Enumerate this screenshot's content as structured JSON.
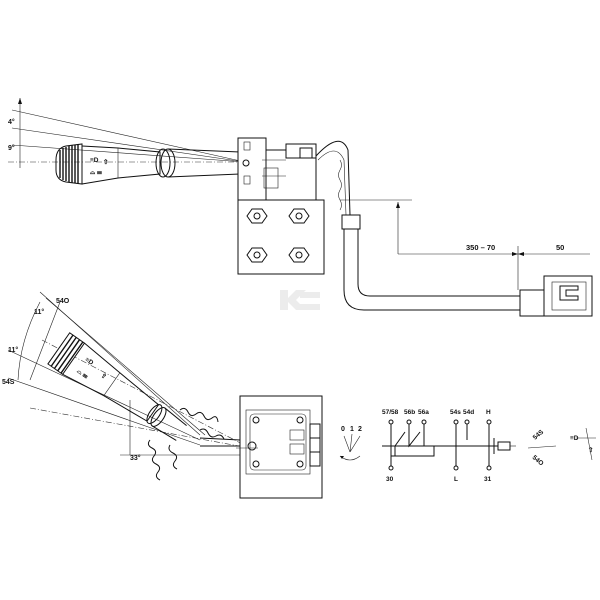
{
  "top_view": {
    "angle_upper": "4°",
    "angle_lower": "9°",
    "dimension_cable": "350 – 70",
    "dimension_connector": "50"
  },
  "side_view": {
    "angle_a": "11°",
    "angle_b": "11°",
    "angle_c": "33°",
    "pos_top": "54O",
    "pos_left": "54S"
  },
  "switch_positions": {
    "labels": [
      "0",
      "1",
      "2"
    ]
  },
  "terminals": {
    "top": [
      "57/58",
      "56b",
      "56a",
      "54s",
      "54d",
      "H"
    ],
    "bottom": [
      "30",
      "L",
      "31"
    ]
  },
  "indicator": {
    "pos_up": "54S",
    "pos_down": "54O"
  }
}
